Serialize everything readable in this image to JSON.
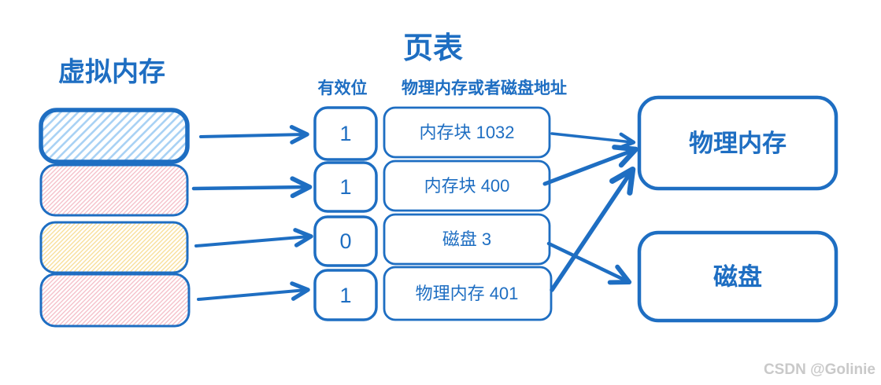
{
  "watermark": "CSDN @Golinie",
  "colors": {
    "ink": "#1e6ec2",
    "hatch_blue": "#a9d2f4",
    "hatch_pink": "#f5c3cc",
    "hatch_yellow": "#f8e09e",
    "watermark": "#c9c9c9"
  },
  "virtual_memory": {
    "title": "虚拟内存",
    "blocks": [
      {
        "pattern": "blue"
      },
      {
        "pattern": "pink"
      },
      {
        "pattern": "yellow"
      },
      {
        "pattern": "pink"
      }
    ]
  },
  "page_table": {
    "title": "页表",
    "columns": {
      "valid_bit": "有效位",
      "address": "物理内存或者磁盘地址"
    },
    "rows": [
      {
        "valid": "1",
        "address": "内存块 1032",
        "target": "physical-memory"
      },
      {
        "valid": "1",
        "address": "内存块 400",
        "target": "physical-memory"
      },
      {
        "valid": "0",
        "address": "磁盘 3",
        "target": "disk"
      },
      {
        "valid": "1",
        "address": "物理内存 401",
        "target": "physical-memory"
      }
    ]
  },
  "targets": {
    "physical_memory": "物理内存",
    "disk": "磁盘"
  }
}
